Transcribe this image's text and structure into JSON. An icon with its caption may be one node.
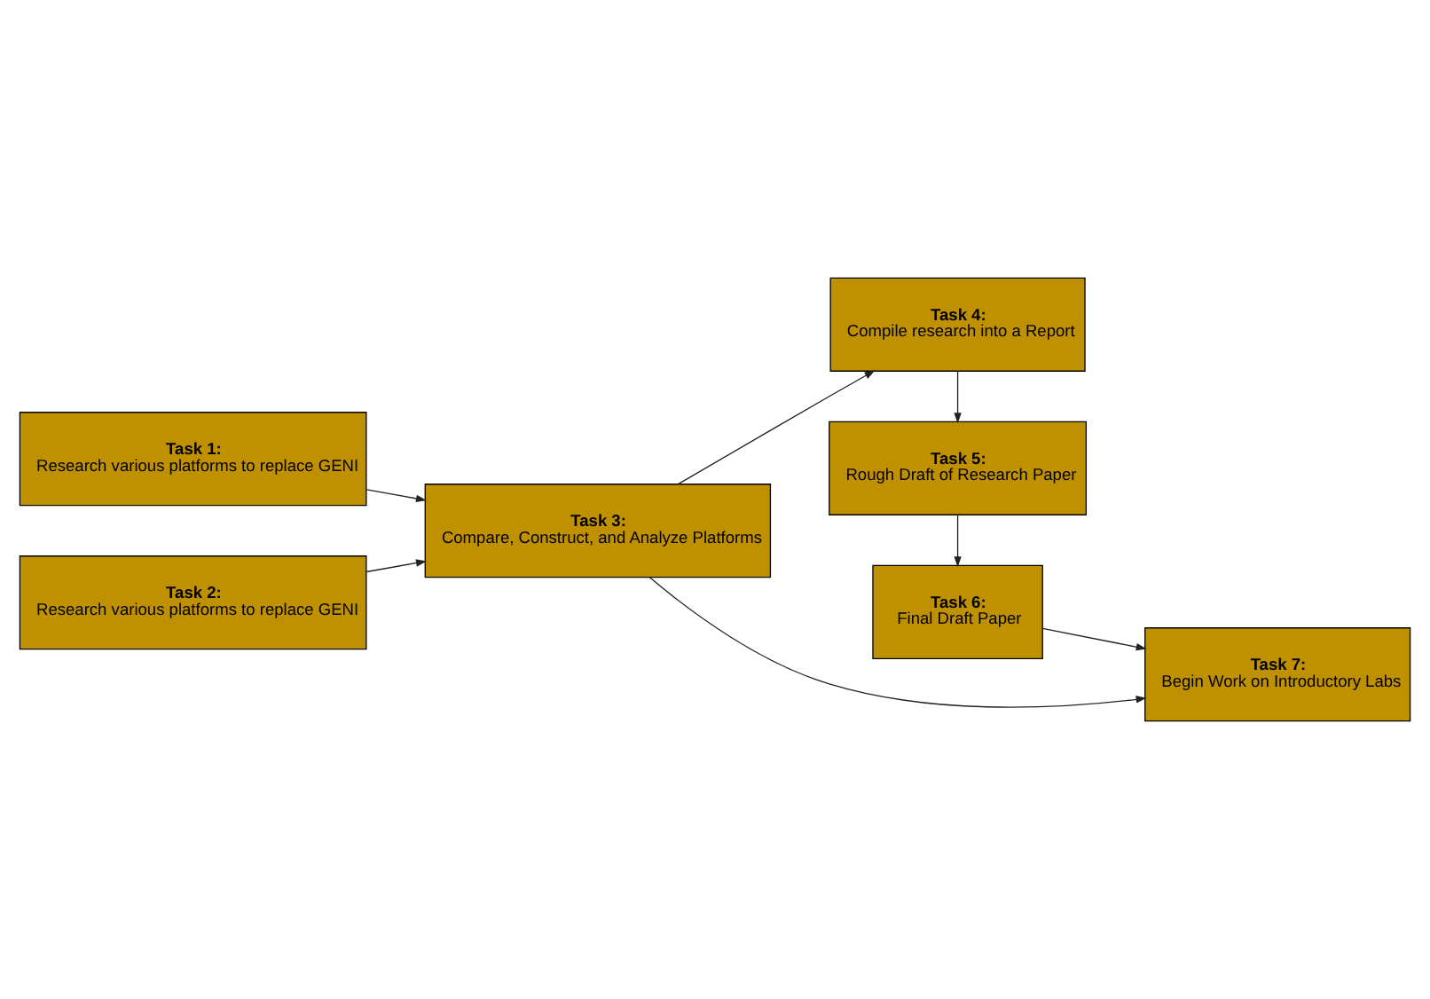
{
  "diagram": {
    "nodes": [
      {
        "text": [
          "Task 1:",
          "Research various platforms to replace GENI"
        ]
      },
      {
        "text": [
          "Task 2:",
          "Research various platforms to replace GENI"
        ]
      },
      {
        "text": [
          "Task 3:",
          "Compare, Construct, and Analyze Platforms"
        ]
      },
      {
        "text": [
          "Task 4:",
          "Compile research into a Report"
        ]
      },
      {
        "text": [
          "Task 5:",
          "Rough Draft of Research Paper"
        ]
      },
      {
        "text": [
          "Task 6:",
          "Final Draft Paper"
        ]
      },
      {
        "text": [
          "Task 7:",
          "Begin Work on Introductory Labs"
        ]
      }
    ],
    "edges": [
      {
        "from": 0,
        "to": 2,
        "arrow": "to"
      },
      {
        "from": 1,
        "to": 2,
        "arrow": "to"
      },
      {
        "from": 2,
        "to": 3,
        "arrow": "to"
      },
      {
        "from": 3,
        "to": 4,
        "arrow": "to"
      },
      {
        "from": 4,
        "to": 5,
        "arrow": "to"
      },
      {
        "from": 5,
        "to": 6,
        "arrow": "to"
      },
      {
        "from": 2,
        "to": 6,
        "arrow": "to"
      }
    ]
  }
}
